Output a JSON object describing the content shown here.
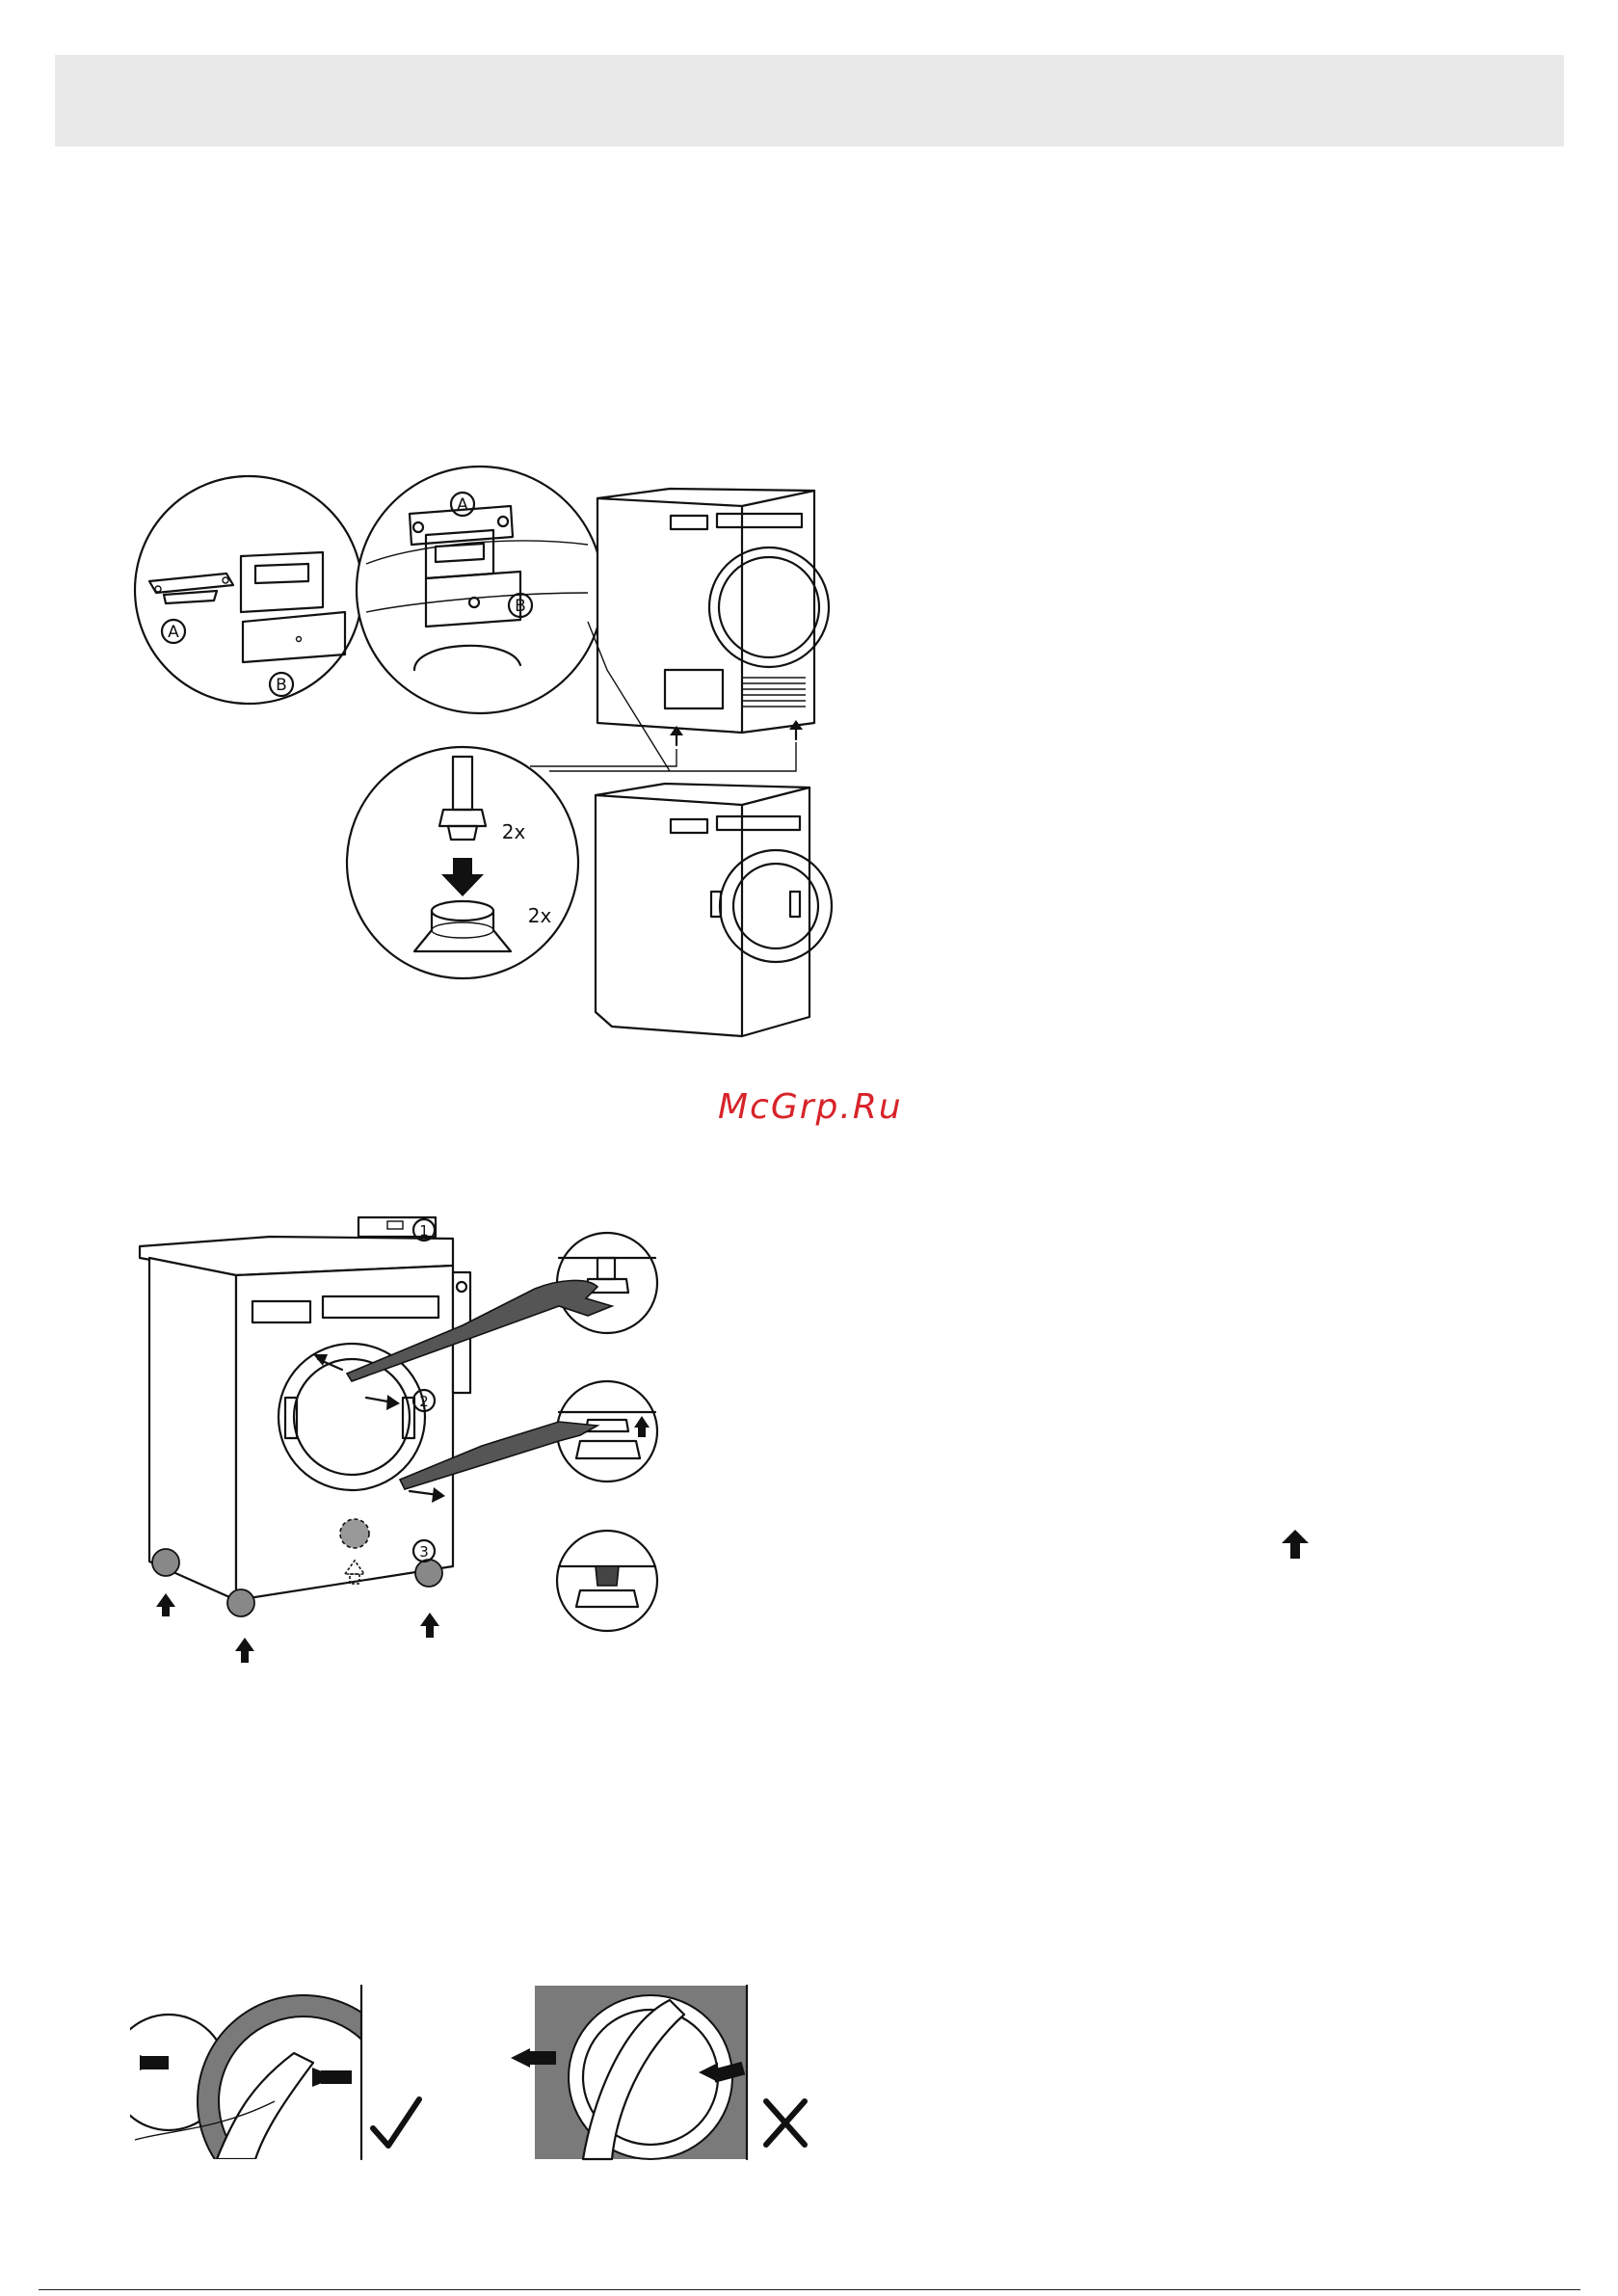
{
  "page": {
    "watermark": "McGrp.Ru"
  },
  "figure_stacking": {
    "callout_left_labels": [
      "A",
      "B"
    ],
    "callout_right_labels": [
      "A",
      "B"
    ],
    "qty_labels": [
      "2x",
      "2x"
    ]
  },
  "figure_leveling": {
    "steps": [
      "1",
      "2",
      "3"
    ]
  },
  "figure_door": {
    "correct_mark": "check-icon",
    "wrong_mark": "cross-icon"
  }
}
